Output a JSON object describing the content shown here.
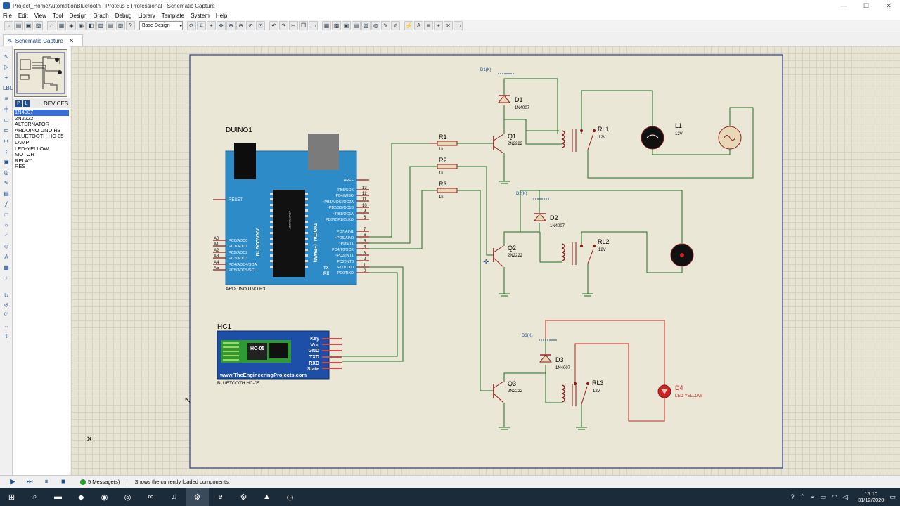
{
  "window": {
    "title": "Project_HomeAutomationBluetooth - Proteus 8 Professional - Schematic Capture",
    "min": "—",
    "max": "☐",
    "close": "✕"
  },
  "menu": [
    "File",
    "Edit",
    "View",
    "Tool",
    "Design",
    "Graph",
    "Debug",
    "Library",
    "Template",
    "System",
    "Help"
  ],
  "toolbar": {
    "variant": "Base Design"
  },
  "tab": {
    "label": "Schematic Capture",
    "close": "✕"
  },
  "devices": {
    "header": "DEVICES",
    "p_label": "P",
    "l_label": "L",
    "items": [
      "1N4007",
      "2N2222",
      "ALTERNATOR",
      "ARDUINO UNO R3",
      "BLUETOOTH HC-05",
      "LAMP",
      "LED-YELLOW",
      "MOTOR",
      "RELAY",
      "RES"
    ],
    "selected": "1N4007"
  },
  "rotation": "0°",
  "schematic": {
    "arduino": {
      "ref": "DUINO1",
      "part": "ARDUINO UNO R3",
      "reset": "RESET",
      "analog": "ANALOG IN",
      "digital": "DIGITAL (~PWM)",
      "chip": "ATMEGA328P",
      "left_pins": [
        "A0",
        "A1",
        "A2",
        "A3",
        "A4",
        "A5"
      ],
      "left_labels": [
        "PC0/ADC0",
        "PC1/ADC1",
        "PC2/ADC2",
        "PC3/ADC3",
        "PC4/ADC4/SDA",
        "PC5/ADC5/SCL"
      ],
      "right_labels": [
        "AREF",
        "PB5/SCK",
        "PB4/MISO",
        "~PB3/MOSI/OC2A",
        "~PB2/SS/OC1B",
        "~PB1/OC1A",
        "PB0/ICP1/CLKO",
        "PD7/AIN1",
        "~PD6/AIN0",
        "~PD5/T1",
        "PD4/T0/XCK",
        "~PD3/INT1",
        "PD2/INT0",
        "PD1/TXD",
        "PD0/RXD"
      ],
      "right_pins": [
        "13",
        "12",
        "11",
        "10",
        "9",
        "8",
        "7",
        "6",
        "5",
        "4",
        "3",
        "2",
        "1",
        "0"
      ],
      "tx": "TX",
      "rx": "RX"
    },
    "hc05": {
      "ref": "HC1",
      "part": "BLUETOOTH HC-05",
      "module": "HC-05",
      "site": "www.TheEngineeringProjects.com",
      "pins": [
        "Key",
        "Vcc",
        "GND",
        "TXD",
        "RXD",
        "State"
      ]
    },
    "resistors": [
      {
        "ref": "R1",
        "value": "1k"
      },
      {
        "ref": "R2",
        "value": "1k"
      },
      {
        "ref": "R3",
        "value": "1k"
      }
    ],
    "transistors": [
      {
        "ref": "Q1",
        "part": "2N2222"
      },
      {
        "ref": "Q2",
        "part": "2N2222"
      },
      {
        "ref": "Q3",
        "part": "2N2222"
      }
    ],
    "diodes": [
      {
        "ref": "D1",
        "part": "1N4007",
        "probe": "D1(K)"
      },
      {
        "ref": "D2",
        "part": "1N4007",
        "probe": "D2(K)"
      },
      {
        "ref": "D3",
        "part": "1N4007",
        "probe": "D3(K)"
      }
    ],
    "relays": [
      {
        "ref": "RL1",
        "value": "12V"
      },
      {
        "ref": "RL2",
        "value": "12V"
      },
      {
        "ref": "RL3",
        "value": "12V"
      }
    ],
    "lamp": {
      "ref": "L1",
      "value": "12V"
    },
    "led": {
      "ref": "D4",
      "part": "LED-YELLOW"
    }
  },
  "status": {
    "messages": "5 Message(s)",
    "hint": "Shows the currently loaded components."
  },
  "clock": {
    "time": "15:10",
    "date": "31/12/2020"
  }
}
